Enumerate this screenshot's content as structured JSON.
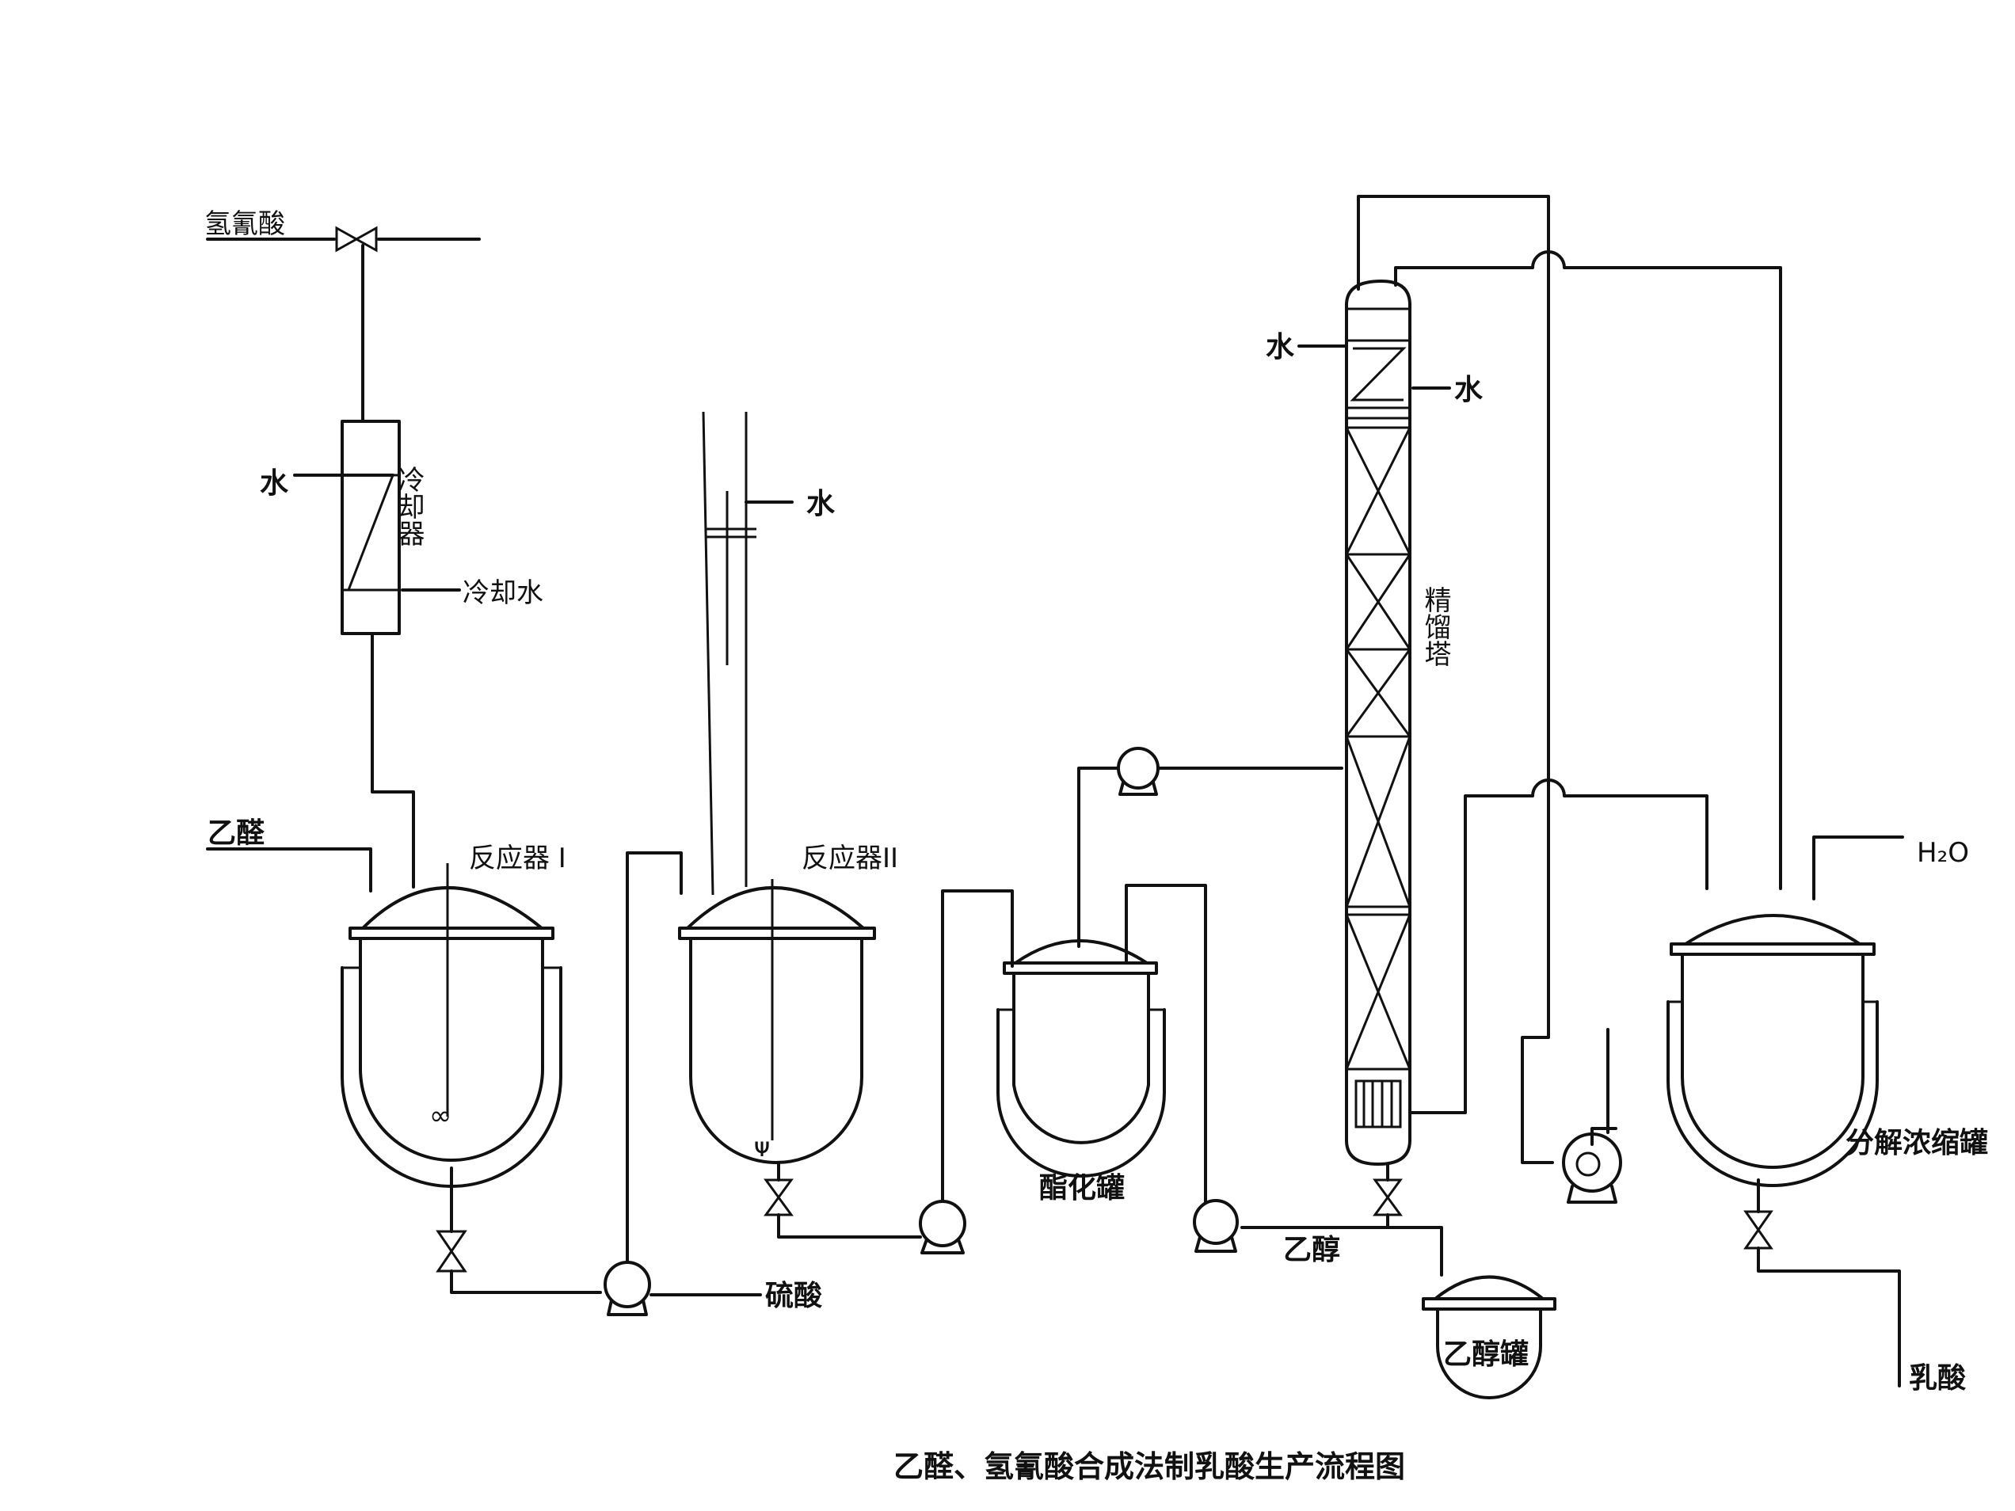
{
  "caption": "乙醛、氢氰酸合成法制乳酸生产流程图",
  "equipment": {
    "cooler": "冷却器",
    "reactor1": "反应器 I",
    "reactor2": "反应器II",
    "esterification_tank": "酯化罐",
    "distillation_tower": "精馏塔",
    "decomposition_tank": "分解浓缩罐",
    "ethanol_tank": "乙醇罐"
  },
  "streams": {
    "hcn": "氢氰酸",
    "water_out_cooler": "水",
    "cooling_water": "冷却水",
    "acetaldehyde": "乙醛",
    "water_reactor2": "水",
    "sulfuric_acid": "硫酸",
    "ethanol": "乙醇",
    "water_tower_left": "水",
    "water_tower_right": "水",
    "h2o": "H₂O",
    "lactic_acid": "乳酸"
  }
}
